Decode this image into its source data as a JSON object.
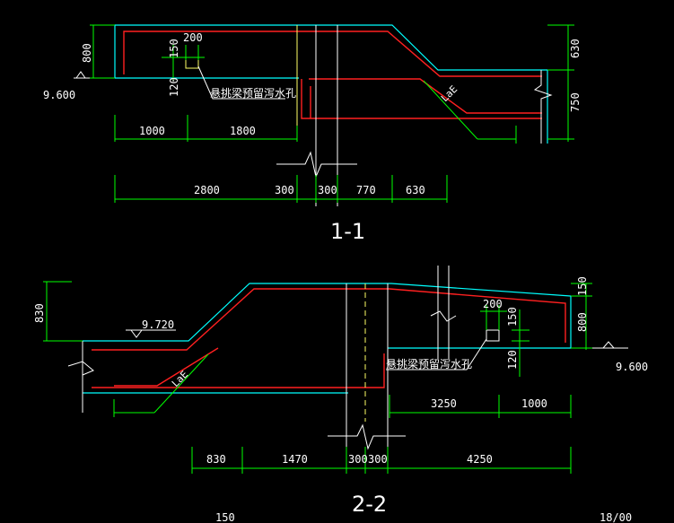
{
  "colors": {
    "background": "#000000",
    "outline": "#00ffff",
    "rebar": "#ff2020",
    "dimension": "#00ff00",
    "axis": "#ffff66",
    "text": "#ffffff",
    "column": "#ffffff"
  },
  "section_1": {
    "title": "1-1",
    "level": "9.600",
    "height_left": "800",
    "height_right_top": "630",
    "height_right_bottom": "750",
    "hole_w": "200",
    "hole_h1": "150",
    "hole_h2": "120",
    "note": "悬挑梁预留泻水孔",
    "lae": "LaE",
    "dims_upper": [
      "1000",
      "1800"
    ],
    "dims_lower": [
      "2800",
      "300",
      "300",
      "770",
      "630"
    ]
  },
  "section_2": {
    "title": "2-2",
    "level_left": "9.720",
    "level_right": "9.600",
    "height_left": "830",
    "height_right_top": "150",
    "height_right_bottom": "800",
    "hole_w": "200",
    "hole_h1": "150",
    "hole_h2": "120",
    "note": "悬挑梁预留泻水孔",
    "lae": "LaE",
    "dims_upper": [
      "3250",
      "1000"
    ],
    "dims_lower": [
      "830",
      "1470",
      "300",
      "300",
      "4250"
    ]
  },
  "footer": {
    "left_text": "150",
    "right_text": "18/00"
  }
}
